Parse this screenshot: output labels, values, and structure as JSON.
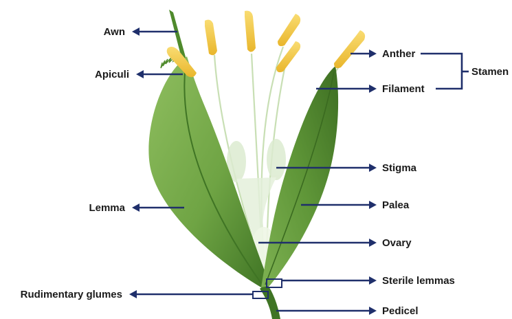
{
  "colors": {
    "arrow": "#1f2f6b",
    "leaf_dark": "#4f8a2c",
    "leaf_light": "#8fbe5f",
    "anther": "#f5c842",
    "filament": "#c8dfb4"
  },
  "labels": {
    "awn": "Awn",
    "apiculi": "Apiculi",
    "lemma": "Lemma",
    "rudimentary_glumes": "Rudimentary glumes",
    "anther": "Anther",
    "filament": "Filament",
    "stamen": "Stamen",
    "stigma": "Stigma",
    "palea": "Palea",
    "ovary": "Ovary",
    "sterile_lemmas": "Sterile lemmas",
    "pedicel": "Pedicel"
  }
}
